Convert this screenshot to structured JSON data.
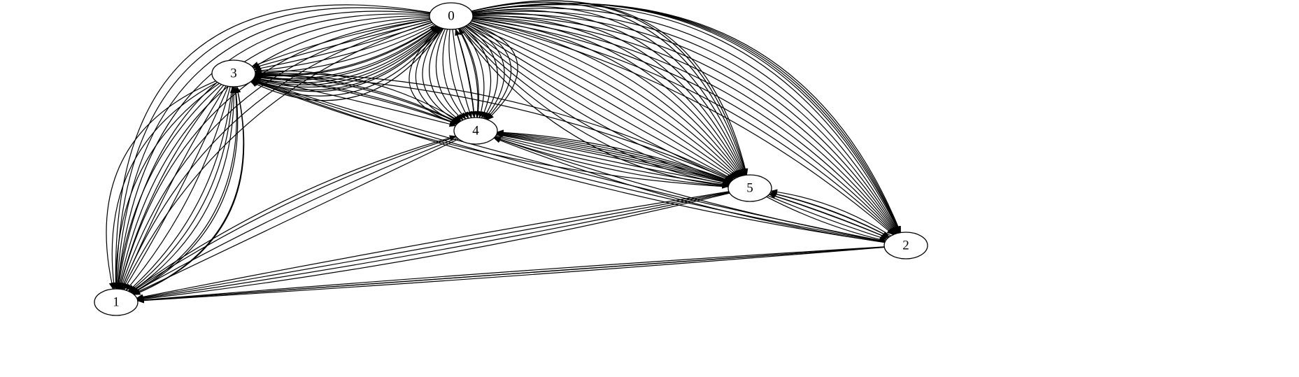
{
  "graph": {
    "nodes": [
      {
        "id": "0",
        "label": "0"
      },
      {
        "id": "3",
        "label": "3"
      },
      {
        "id": "4",
        "label": "4"
      },
      {
        "id": "5",
        "label": "5"
      },
      {
        "id": "2",
        "label": "2"
      },
      {
        "id": "1",
        "label": "1"
      }
    ],
    "edges": [
      {
        "from": "0",
        "to": "1",
        "count": 10
      },
      {
        "from": "0",
        "to": "3",
        "count": 12
      },
      {
        "from": "0",
        "to": "4",
        "count": 16
      },
      {
        "from": "0",
        "to": "5",
        "count": 20
      },
      {
        "from": "0",
        "to": "2",
        "count": 14
      },
      {
        "from": "3",
        "to": "1",
        "count": 12
      },
      {
        "from": "1",
        "to": "3",
        "count": 3
      },
      {
        "from": "3",
        "to": "0",
        "count": 4
      },
      {
        "from": "3",
        "to": "4",
        "count": 3
      },
      {
        "from": "4",
        "to": "3",
        "count": 3
      },
      {
        "from": "4",
        "to": "0",
        "count": 2
      },
      {
        "from": "4",
        "to": "5",
        "count": 6
      },
      {
        "from": "5",
        "to": "4",
        "count": 3
      },
      {
        "from": "3",
        "to": "5",
        "count": 2
      },
      {
        "from": "5",
        "to": "3",
        "count": 1
      },
      {
        "from": "2",
        "to": "3",
        "count": 3
      },
      {
        "from": "2",
        "to": "4",
        "count": 2
      },
      {
        "from": "5",
        "to": "2",
        "count": 4
      },
      {
        "from": "2",
        "to": "5",
        "count": 3
      },
      {
        "from": "5",
        "to": "1",
        "count": 4
      },
      {
        "from": "4",
        "to": "1",
        "count": 3
      },
      {
        "from": "1",
        "to": "4",
        "count": 1
      },
      {
        "from": "2",
        "to": "1",
        "count": 4
      }
    ]
  }
}
